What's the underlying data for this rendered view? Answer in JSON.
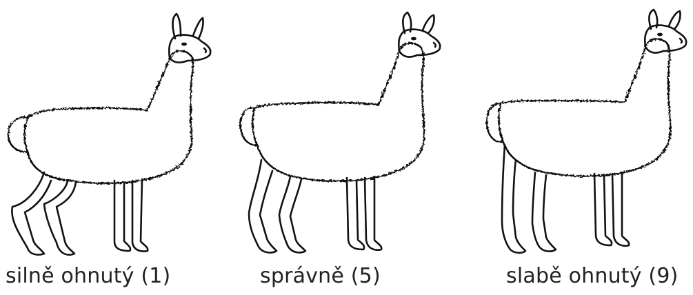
{
  "figures": [
    {
      "id": "strong",
      "caption": "silně ohnutý (1)"
    },
    {
      "id": "correct",
      "caption": "správně (5)"
    },
    {
      "id": "weak",
      "caption": "slabě ohnutý (9)"
    }
  ],
  "style": {
    "ink": "#111111",
    "background": "#ffffff"
  }
}
